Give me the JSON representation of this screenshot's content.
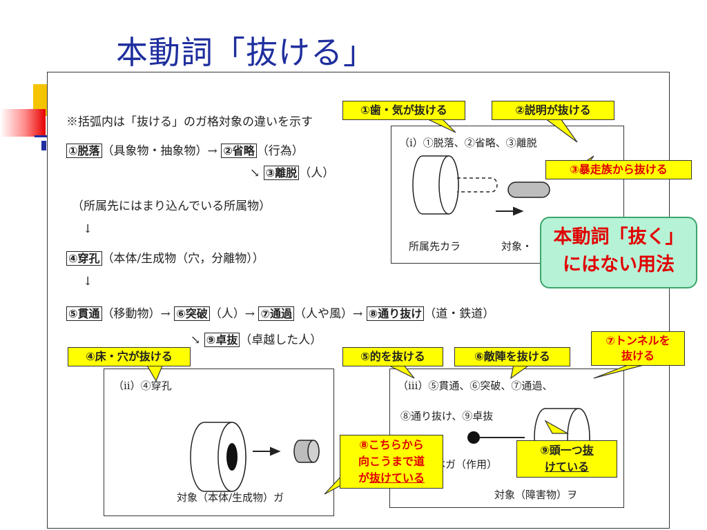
{
  "title": "本動詞「抜ける」",
  "note": "※括弧内は「抜ける」のガ格対象の違いを示す",
  "row1": {
    "b1": "①脱落",
    "t1": "（具象物・抽象物）→",
    "b2": "②省略",
    "t2": "（行為）"
  },
  "row2": {
    "arrow": "↘",
    "b3": "③離脱",
    "t3": "（人）"
  },
  "row3": "（所属先にはまり込んでいる所属物）",
  "down1": "↓",
  "row4": {
    "b4": "④穿孔",
    "t4": "（本体/生成物（穴，分離物））"
  },
  "down2": "↓",
  "row5": {
    "b5": "⑤貫通",
    "t5a": "（移動物）→",
    "b6": "⑥突破",
    "t6": "（人）→",
    "b7": "⑦通過",
    "t7": "（人や風）→",
    "b8": "⑧通り抜け",
    "t8": "（道・鉄道）"
  },
  "row6": {
    "arrow": "↘",
    "b9": "⑨卓抜",
    "t9": "（卓越した人）"
  },
  "panel1": {
    "heading": "（ⅰ）①脱落、②省略、③離脱",
    "left_label": "所属先カラ",
    "right_label": "対象・"
  },
  "panel2": {
    "heading": "（ⅱ）④穿孔",
    "bottom_label": "対象（本体/生成物）ガ"
  },
  "panel3": {
    "heading1": "（ⅲ）⑤貫通、⑥突破、⑦通過、",
    "heading2": "⑧通り抜け、⑨卓抜",
    "mid_label": "本ガ（作用）",
    "bottom_label": "対象（障害物）ヲ"
  },
  "callouts": {
    "c1": "①歯・気が抜ける",
    "c2": "②説明が抜ける",
    "c3": "③暴走族から抜ける",
    "c4": "④床・穴が抜ける",
    "c5": "⑤的を抜ける",
    "c6": "⑥敵陣を抜ける",
    "c7_line1": "⑦トンネルを",
    "c7_line2": "抜ける",
    "c8_line1": "⑧こちらから",
    "c8_line2": "向こうまで道",
    "c8_line3_pre": "が",
    "c8_line3_u": "抜けている",
    "c9_line1_pre": "⑨頭一つ",
    "c9_line1_u": "抜",
    "c9_line2_u": "けている"
  },
  "green_note": {
    "line1": "本動詞「抜く」",
    "line2": "にはない用法"
  },
  "colors": {
    "title": "#1f2f9e",
    "callout_bg": "#ffff00",
    "callout_red": "#e00000",
    "green_bg": "#b6f2d6"
  }
}
